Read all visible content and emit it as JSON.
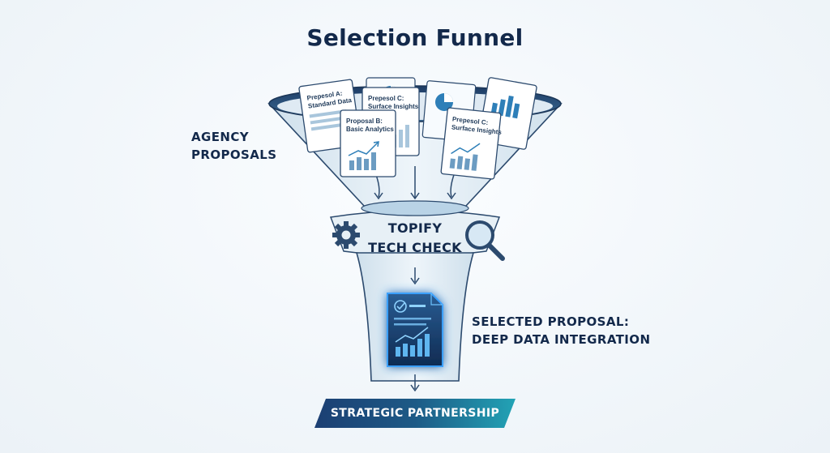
{
  "title": "Selection Funnel",
  "labels": {
    "input_line1": "AGENCY",
    "input_line2": "PROPOSALS",
    "check_line1": "TOPIFY",
    "check_line2": "TECH CHECK",
    "selected_line1": "SELECTED PROPOSAL:",
    "selected_line2": "DEEP DATA INTEGRATION",
    "outcome": "STRATEGIC PARTNERSHIP"
  },
  "proposals": [
    {
      "line1": "Prepesol A:",
      "line2": "Standard Data"
    },
    {
      "line1": "Prepesol C:",
      "line2": "Surface Insights"
    },
    {
      "line1": "Proposal B:",
      "line2": "Basic Analytics"
    },
    {
      "line1": "Prepesol C:",
      "line2": "Surface Insights"
    }
  ],
  "colors": {
    "title": "#13294b",
    "funnel_fill": "#dbe9f3",
    "funnel_stroke": "#2c4a6e",
    "accent_blue": "#2e7fb8",
    "banner_start": "#1c3f73",
    "banner_end": "#22a3b5",
    "selected_glow": "#3aa0ff"
  },
  "icons": [
    "gear-icon",
    "magnifier-icon",
    "checkmark-icon",
    "arrow-down-icon"
  ]
}
